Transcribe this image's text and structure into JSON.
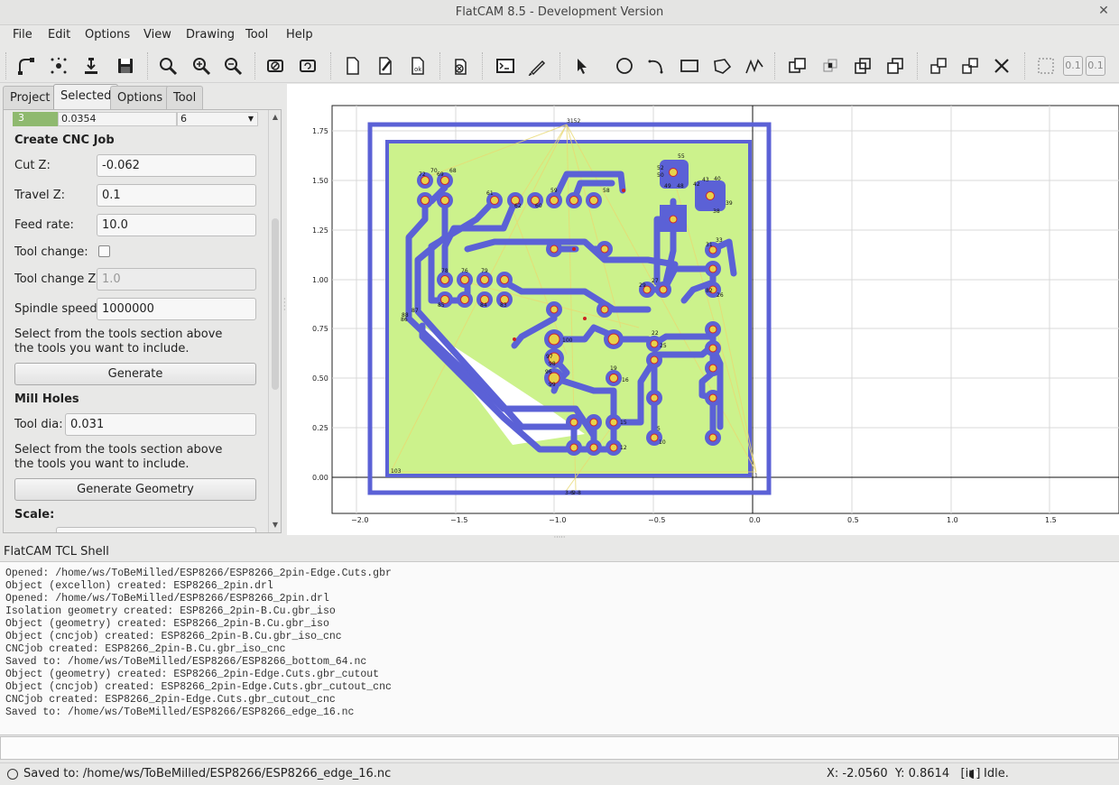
{
  "window": {
    "title": "FlatCAM 8.5 - Development Version",
    "close_glyph": "✕"
  },
  "menu": [
    "File",
    "Edit",
    "Options",
    "View",
    "Drawing",
    "Tool",
    "Help"
  ],
  "toolbar": {
    "icons": [
      "open-gerber-icon",
      "open-excellon-icon",
      "open-gcode-icon",
      "save-project-icon",
      "zoom-fit-icon",
      "zoom-in-icon",
      "zoom-out-icon",
      "clear-plot-icon",
      "replot-icon",
      "new-geometry-icon",
      "edit-geometry-icon",
      "update-geometry-icon",
      "delete-icon",
      "tcl-shell-icon",
      "measure-icon",
      "select-icon",
      "circle-icon",
      "arc-icon",
      "rectangle-icon",
      "polygon-icon",
      "path-icon",
      "union-icon",
      "intersection-icon",
      "subtract-icon",
      "cut-icon",
      "move-icon",
      "copy-icon",
      "delete-shape-icon",
      "grid-snap-icon"
    ],
    "grid_x": "0.1",
    "grid_y": "0.1"
  },
  "tabs": [
    "Project",
    "Selected",
    "Options",
    "Tool"
  ],
  "selected_tab": {
    "tool_row": {
      "num": "3",
      "dia": "0.0354",
      "count": "6"
    },
    "cnc_header": "Create CNC Job",
    "cut_z_label": "Cut Z:",
    "cut_z": "-0.062",
    "travel_z_label": "Travel Z:",
    "travel_z": "0.1",
    "feed_rate_label": "Feed rate:",
    "feed_rate": "10.0",
    "tool_change_label": "Tool change:",
    "tool_change_z_label": "Tool change Z:",
    "tool_change_z": "1.0",
    "spindle_label": "Spindle speed:",
    "spindle": "1000000",
    "hint1_a": "Select from the tools section above",
    "hint1_b": "the tools you want to include.",
    "generate": "Generate",
    "mill_header": "Mill Holes",
    "tool_dia_label": "Tool dia:",
    "tool_dia": "0.031",
    "hint2_a": "Select from the tools section above",
    "hint2_b": "the tools you want to include.",
    "generate_geometry": "Generate Geometry",
    "scale_header": "Scale:"
  },
  "plot": {
    "x_ticks": [
      "−2.0",
      "−1.5",
      "−1.0",
      "−0.5",
      "0.0",
      "0.5",
      "1.0",
      "1.5"
    ],
    "y_ticks": [
      "1.75",
      "1.50",
      "1.25",
      "1.00",
      "0.75",
      "0.50",
      "0.25",
      "0.00"
    ],
    "pad_labels": [
      "3152",
      "55",
      "52",
      "50",
      "49",
      "48",
      "43",
      "42",
      "40",
      "39",
      "38",
      "72",
      "70",
      "69",
      "68",
      "61",
      "62",
      "60",
      "59",
      "58",
      "33",
      "31",
      "78",
      "76",
      "79",
      "29",
      "27",
      "26",
      "88",
      "87",
      "86",
      "85",
      "84",
      "83",
      "82",
      "100",
      "22",
      "25",
      "97",
      "98",
      "99",
      "96",
      "19",
      "16",
      "15",
      "12",
      "5",
      "10",
      "103",
      "1",
      "3-6",
      "9-8"
    ]
  },
  "shell": {
    "title": "FlatCAM TCL Shell",
    "lines": [
      "Opened: /home/ws/ToBeMilled/ESP8266/ESP8266_2pin-Edge.Cuts.gbr",
      "Object (excellon) created: ESP8266_2pin.drl",
      "Opened: /home/ws/ToBeMilled/ESP8266/ESP8266_2pin.drl",
      "Isolation geometry created: ESP8266_2pin-B.Cu.gbr_iso",
      "Object (geometry) created: ESP8266_2pin-B.Cu.gbr_iso",
      "Object (cncjob) created: ESP8266_2pin-B.Cu.gbr_iso_cnc",
      "CNCjob created: ESP8266_2pin-B.Cu.gbr_iso_cnc",
      "Saved to: /home/ws/ToBeMilled/ESP8266/ESP8266_bottom_64.nc",
      "Object (geometry) created: ESP8266_2pin-Edge.Cuts.gbr_cutout",
      "Object (cncjob) created: ESP8266_2pin-Edge.Cuts.gbr_cutout_cnc",
      "CNCjob created: ESP8266_2pin-Edge.Cuts.gbr_cutout_cnc",
      "Saved to: /home/ws/ToBeMilled/ESP8266/ESP8266_edge_16.nc"
    ]
  },
  "status": {
    "message": "Saved to: /home/ws/ToBeMilled/ESP8266/ESP8266_edge_16.nc",
    "x": "X: -2.0560",
    "y": "Y: 0.8614",
    "units": "[in]",
    "state": "Idle."
  },
  "colors": {
    "board": "#ccf28c",
    "trace": "#5b61d6",
    "pad": "#e8d24a",
    "hole": "#cc2222",
    "accent": "#8fb96f"
  }
}
